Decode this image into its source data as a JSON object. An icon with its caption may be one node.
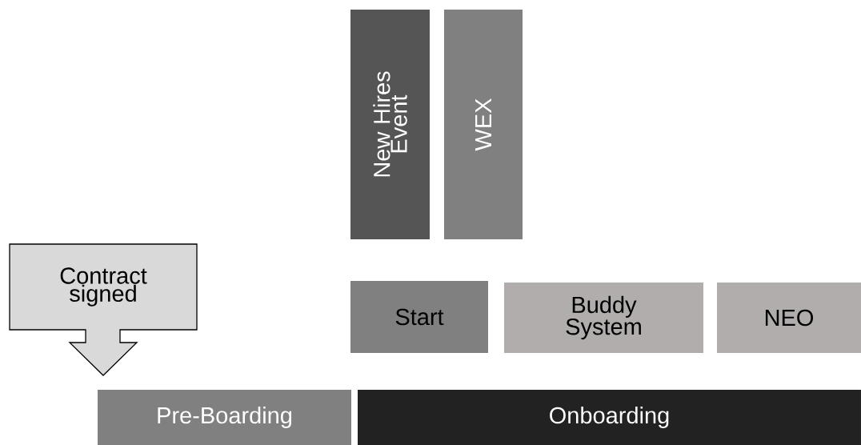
{
  "diagram": {
    "nodes": [
      {
        "text": [
          "New Hires Event"
        ]
      },
      {
        "text": [
          "WEX"
        ]
      },
      {
        "text": [
          "Contract signed"
        ]
      },
      {
        "text": [
          "Start"
        ]
      },
      {
        "text": [
          "Buddy System"
        ]
      },
      {
        "text": [
          "NEO"
        ]
      },
      {
        "text": [
          "Pre-Boarding"
        ]
      },
      {
        "text": [
          "Onboarding"
        ]
      }
    ]
  }
}
